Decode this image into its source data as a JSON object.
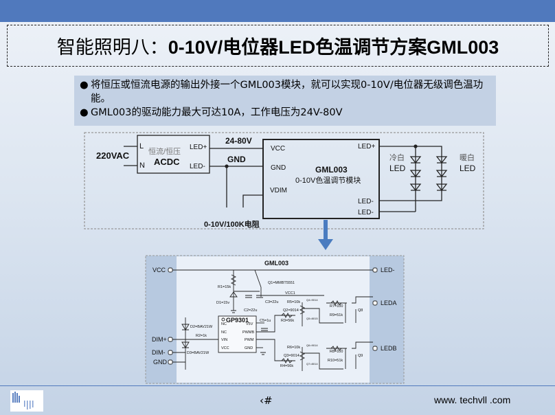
{
  "title": {
    "prefix": "智能照明八：",
    "main": "0-10V/电位器LED色温调节方案GML003"
  },
  "bullets": [
    "将恒压或恒流电源的输出外接一个GML003模块，就可以实现0-10V/电位器无级调色温功能。",
    "GML003的驱动能力最大可达10A，工作电压为24V-80V"
  ],
  "block_diagram": {
    "ac_input": "220VAC",
    "psu": {
      "pin_l": "L",
      "pin_n": "N",
      "type": "恒流/恒压",
      "name": "ACDC",
      "out_pos": "LED+",
      "out_neg": "LED-"
    },
    "voltage_label": "24-80V",
    "gnd_label": "GND",
    "module": {
      "pin_vcc": "VCC",
      "pin_gnd": "GND",
      "pin_vdim": "VDIM",
      "name": "GML003",
      "desc": "0-10V色温调节模块",
      "out_pos": "LED+",
      "out_neg1": "LED-",
      "out_neg2": "LED-"
    },
    "cold_led": {
      "line1": "冷白",
      "line2": "LED"
    },
    "warm_led": {
      "line1": "暖白",
      "line2": "LED"
    },
    "dim_label": "0-10V/100K电阻"
  },
  "schematic": {
    "title": "GML003",
    "ports": {
      "vcc": "VCC",
      "led_neg": "LED-",
      "dim_pos": "DIM+",
      "dim_neg": "DIM-",
      "gnd": "GND",
      "leda": "LEDA",
      "ledb": "LEDB"
    },
    "ic": {
      "name": "GP9301",
      "pins_left": [
        "NC",
        "NC",
        "VIN",
        "VCC"
      ],
      "pins_right": [
        "V5V",
        "PWMB",
        "PWM",
        "GND"
      ]
    },
    "parts": {
      "r1": "R1=15k",
      "q1": "Q1=MMBT5551",
      "d1": "D1=15v",
      "c2": "C2=22u",
      "c3": "C3=22u",
      "vcc1": "VCC1",
      "r5": "R5=10k",
      "q4": "Q4=9014",
      "q5": "Q5=8015",
      "r7": "R7=100",
      "r9": "R9=51k",
      "q8": "Q8",
      "q2": "Q2=9014",
      "r3": "R3=56k",
      "c5": "C5=1u",
      "d2": "D2=BAV21W",
      "r2": "R2=1k",
      "d3": "D3=BAV21W",
      "r6": "R6=10k",
      "q6": "Q6=9014",
      "q7": "Q7=8014",
      "r8": "R8=100",
      "r10": "R10=51k",
      "q9": "Q9",
      "q3": "Q3=9014",
      "r4": "R4=56k"
    }
  },
  "footer": {
    "page": "‹#",
    "website": "www. techvll .com"
  },
  "colors": {
    "top_bar": "#5079bd",
    "arrow": "#4a7cc0",
    "bullet_bg": "#c3d1e4"
  }
}
